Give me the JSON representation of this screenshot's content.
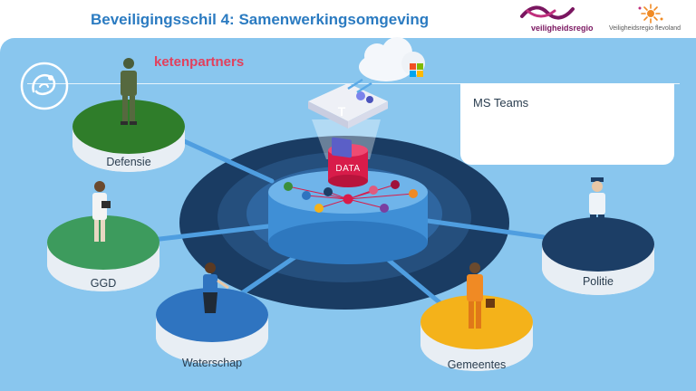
{
  "header": {
    "title": "Beveiligingsschil 4: Samenwerkingsomgeving",
    "logo_left_text": "veiligheidsregio",
    "logo_right_text": "Veiligheidsregio flevoland"
  },
  "subtitle": "ketenpartners",
  "center": {
    "data_label": "DATA"
  },
  "info_box": {
    "title": "MS Teams"
  },
  "partners": [
    {
      "label": "Defensie"
    },
    {
      "label": "GGD"
    },
    {
      "label": "Waterschap"
    },
    {
      "label": "Gemeentes"
    },
    {
      "label": "Politie"
    }
  ],
  "colors": {
    "title": "#2b7bc1",
    "subtitle": "#e2405d",
    "stage_bg": "#89c6ee",
    "disk_outer": "#1a3c63",
    "cylinder": "#3f8fd6",
    "data_db": "#d81c4a",
    "defensie": "#2f7d2a",
    "ggd": "#3d9b5d",
    "waterschap": "#2f74c0",
    "gemeentes": "#f4b21a",
    "politie": "#1c3e66",
    "teams": "#5b5fc7"
  },
  "icons": [
    "shield-logo-icon",
    "cloud-icon",
    "windows-icon",
    "teams-icon",
    "database-icon",
    "person-icon"
  ]
}
